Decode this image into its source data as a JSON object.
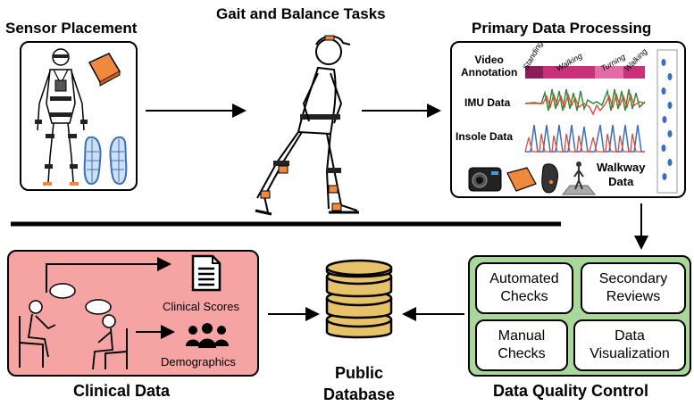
{
  "titles": {
    "sensor_placement": "Sensor Placement",
    "gait_tasks": "Gait and Balance Tasks",
    "primary_processing": "Primary Data Processing",
    "clinical_data": "Clinical Data",
    "public_database_line1": "Public",
    "public_database_line2": "Database",
    "data_quality_control": "Data Quality Control"
  },
  "processing": {
    "video_annotation_line1": "Video",
    "video_annotation_line2": "Annotation",
    "imu_data": "IMU Data",
    "insole_data": "Insole Data",
    "walkway_line1": "Walkway",
    "walkway_line2": "Data",
    "segments": [
      "Standing",
      "Walking",
      "Turning",
      "Walking"
    ]
  },
  "clinical": {
    "clinical_scores": "Clinical Scores",
    "demographics": "Demographics"
  },
  "quality": {
    "automated_checks": "Automated\nChecks",
    "secondary_reviews": "Secondary\nReviews",
    "manual_checks": "Manual\nChecks",
    "data_visualization": "Data\nVisualization"
  },
  "colors": {
    "clinical_bg": "#f5a3a3",
    "quality_bg": "#a9d89a",
    "sensor_orange": "#f0883e",
    "database_gold": "#e6c36a",
    "annotation_magenta": "#c8307a",
    "imu_green": "#2e8b3a",
    "imu_red": "#e0402a",
    "insole_blue": "#3a6fc0",
    "insole_red": "#e04a3a"
  }
}
